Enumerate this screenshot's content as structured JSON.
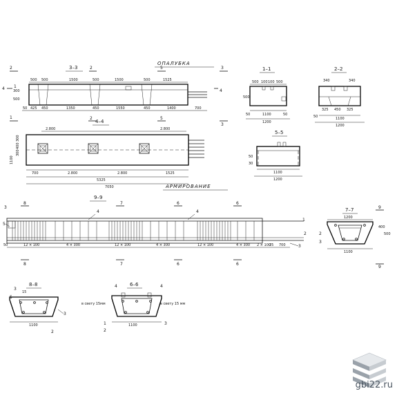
{
  "headings": {
    "formwork": "ОПАЛУБКА",
    "reinforcement": "АРМИРОВАНИЕ"
  },
  "sections": {
    "s33": "3–3",
    "s44": "4–4",
    "s11": "1–1",
    "s22": "2–2",
    "s55": "5–5",
    "s99": "9–9",
    "s77": "7–7",
    "s88": "8–8",
    "s66": "6–6"
  },
  "cut_marks": {
    "n1": "1",
    "n2": "2",
    "n3": "3",
    "n4": "4",
    "n5": "5",
    "n6": "6",
    "n7": "7",
    "n8": "8",
    "n9": "9"
  },
  "dims_33": {
    "top": [
      "500",
      "500",
      "1500",
      "500",
      "1500",
      "500",
      "1525"
    ],
    "bottom": [
      "50",
      "425",
      "450",
      "1350",
      "450",
      "1550",
      "450",
      "1400",
      "700"
    ],
    "left": [
      "300",
      "500"
    ]
  },
  "dims_44": {
    "top_a": "2.800",
    "top_b": "2.800",
    "bottom_row1": [
      "700",
      "2.800",
      "2.800",
      "1525"
    ],
    "total1": "5325",
    "total2": "7050",
    "left": [
      "300",
      "400",
      "300",
      "1100"
    ]
  },
  "dims_11": {
    "top": [
      "500",
      "100",
      "100",
      "500"
    ],
    "left": [
      "500"
    ],
    "bottom": [
      "50",
      "1100",
      "50"
    ],
    "total": "1200"
  },
  "dims_22": {
    "top": [
      "340",
      "340"
    ],
    "bottom": [
      "325",
      "450",
      "325"
    ],
    "left": [
      "50"
    ],
    "base": "1100",
    "total": "1200"
  },
  "dims_55": {
    "base": "1100",
    "total": "1200",
    "left": [
      "50",
      "30"
    ]
  },
  "dims_99": {
    "bottom": [
      "50",
      "12 × 100",
      "4 × 300",
      "12 × 100",
      "4 × 300",
      "12 × 100",
      "4 × 300",
      "2 × 100",
      "25",
      "700"
    ]
  },
  "dims_77": {
    "top": "1200",
    "bottom": "1100",
    "right": [
      "400",
      "500"
    ]
  },
  "dims_88": {
    "top": "15",
    "bottom": "1100"
  },
  "dims_66": {
    "left_note": "в свету 15мм",
    "right_note": "в свету 15 мм",
    "bottom": "1100"
  },
  "callouts": {
    "c1": "1",
    "c2": "2",
    "c3": "3",
    "c4": "4",
    "c5": "5",
    "c6": "6",
    "c7": "7"
  },
  "watermark": {
    "site": "gbi22.ru",
    "logo_name": "stacked-slabs-logo"
  }
}
